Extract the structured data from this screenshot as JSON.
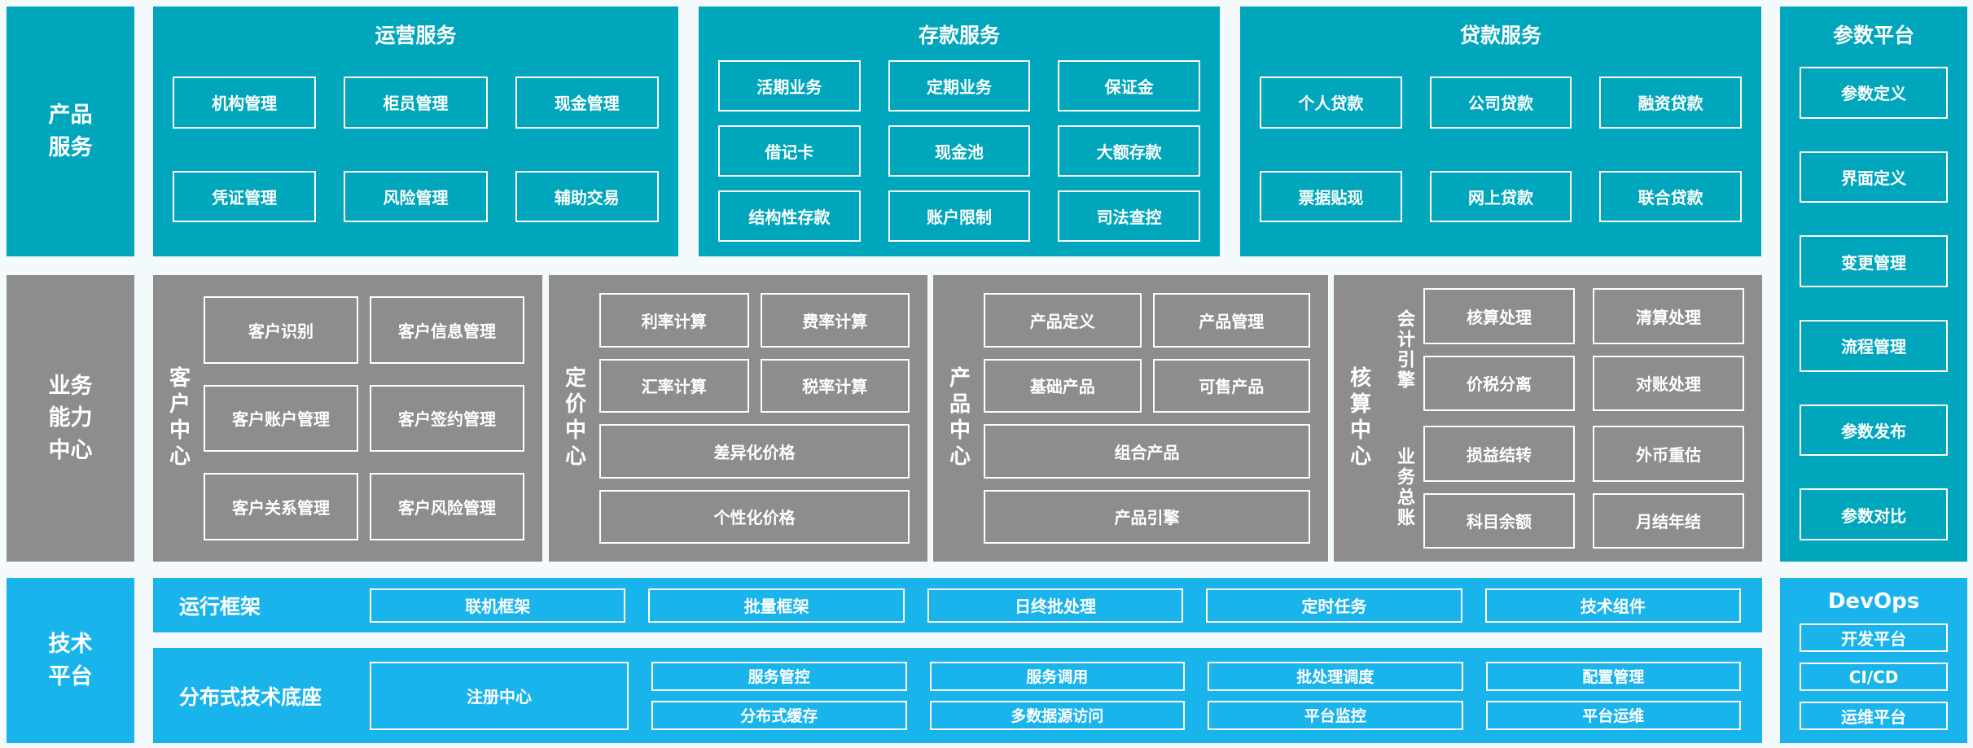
{
  "colors": {
    "teal": "#00A6BB",
    "gray": "#8D8D8D",
    "blue": "#1AB4EC",
    "background": "#F4FAFC",
    "text": "#FFFFFF"
  },
  "left_column": {
    "product_services": {
      "lines": [
        "产品",
        "服务"
      ]
    },
    "business_center": {
      "lines": [
        "业务",
        "能力",
        "中心"
      ]
    },
    "tech_platform": {
      "lines": [
        "技术",
        "平台"
      ]
    }
  },
  "row1": {
    "panels": [
      {
        "title": "运营服务",
        "boxes": [
          "机构管理",
          "柜员管理",
          "现金管理",
          "凭证管理",
          "风险管理",
          "辅助交易"
        ]
      },
      {
        "title": "存款服务",
        "boxes": [
          "活期业务",
          "定期业务",
          "保证金",
          "借记卡",
          "现金池",
          "大额存款",
          "结构性存款",
          "账户限制",
          "司法查控"
        ]
      },
      {
        "title": "贷款服务",
        "boxes": [
          "个人贷款",
          "公司贷款",
          "融资贷款",
          "票据贴现",
          "网上贷款",
          "联合贷款"
        ]
      }
    ]
  },
  "param_platform": {
    "title": "参数平台",
    "boxes": [
      "参数定义",
      "界面定义",
      "变更管理",
      "流程管理",
      "参数发布",
      "参数对比"
    ]
  },
  "row2": {
    "panels": [
      {
        "label": "客户中心",
        "boxes": [
          "客户识别",
          "客户信息管理",
          "客户账户管理",
          "客户签约管理",
          "客户关系管理",
          "客户风险管理"
        ]
      },
      {
        "label": "定价中心",
        "boxes": [
          "利率计算",
          "费率计算",
          "汇率计算",
          "税率计算"
        ],
        "full_boxes": [
          "差异化价格",
          "个性化价格"
        ]
      },
      {
        "label": "产品中心",
        "boxes": [
          "产品定义",
          "产品管理",
          "基础产品",
          "可售产品"
        ],
        "full_boxes": [
          "组合产品",
          "产品引擎"
        ]
      },
      {
        "label": "核算中心",
        "groups": [
          {
            "label": "会计引擎",
            "boxes": [
              "核算处理",
              "清算处理",
              "价税分离",
              "对账处理"
            ]
          },
          {
            "label": "业务总账",
            "boxes": [
              "损益结转",
              "外币重估",
              "科目余额",
              "月结年结"
            ]
          }
        ]
      }
    ]
  },
  "row3": {
    "runtime_framework": {
      "label": "运行框架",
      "boxes": [
        "联机框架",
        "批量框架",
        "日终批处理",
        "定时任务",
        "技术组件"
      ]
    },
    "distributed_base": {
      "label": "分布式技术底座",
      "registry_box": "注册中心",
      "boxes": [
        "服务管控",
        "服务调用",
        "批处理调度",
        "配置管理",
        "分布式缓存",
        "多数据源访问",
        "平台监控",
        "平台运维"
      ]
    },
    "devops": {
      "title": "DevOps",
      "boxes": [
        "开发平台",
        "CI/CD",
        "运维平台"
      ]
    }
  }
}
